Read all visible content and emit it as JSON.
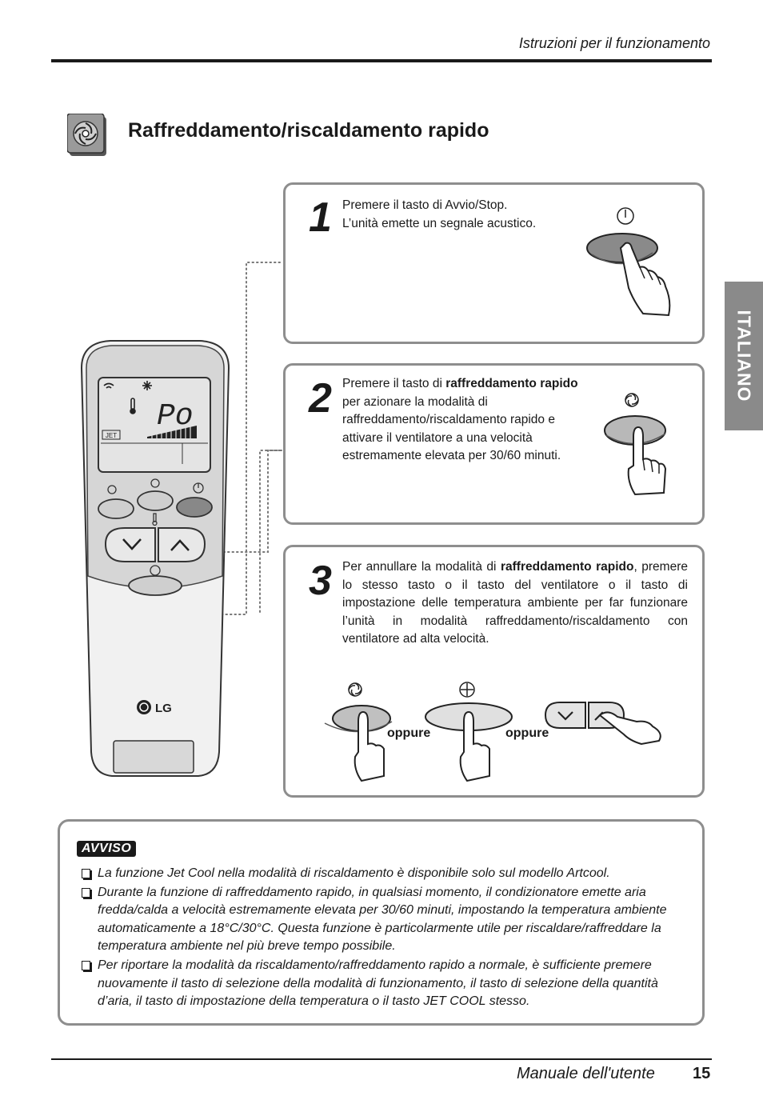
{
  "header": {
    "title": "Istruzioni per il funzionamento"
  },
  "section": {
    "title": "Raffreddamento/riscaldamento rapido",
    "icon": "jet-cool-icon"
  },
  "side_tab": {
    "label": "ITALIANO"
  },
  "remote": {
    "display_text": "Po",
    "jet_label": "JET",
    "logo_text": "LG"
  },
  "steps": [
    {
      "number": "1",
      "lines": [
        "Premere il tasto di Avvio/Stop.",
        "L’unità emette un segnale acustico."
      ]
    },
    {
      "number": "2",
      "pre": "Premere il tasto di ",
      "bold": "raffreddamento rapido",
      "post": "per azionare la modalità di raffreddamento/riscaldamento rapido e attivare il ventilatore a una velocità estremamente elevata per 30/60 minuti."
    },
    {
      "number": "3",
      "pre": "Per annullare la modalità di ",
      "bold": "raffreddamento rapido",
      "post": ", premere lo stesso tasto o il tasto del ventilatore o il tasto di impostazione delle temperatura ambiente per far funzionare l’unità in modalità raffreddamento/riscaldamento con ventilatore ad alta velocità.",
      "oppure_1": "oppure",
      "oppure_2": "oppure"
    }
  ],
  "notice": {
    "label": "AVVISO",
    "items": [
      "La funzione Jet Cool nella modalità di riscaldamento è disponibile solo sul modello Artcool.",
      "Durante la funzione di raffreddamento rapido, in qualsiasi momento, il condizionatore emette aria fredda/calda a velocità estremamente elevata per 30/60 minuti, impostando la temperatura ambiente automaticamente a 18°C/30°C. Questa funzione è particolarmente utile per riscaldare/raffreddare la temperatura ambiente nel più breve tempo possibile.",
      "Per riportare la modalità da riscaldamento/raffreddamento rapido a normale, è sufficiente premere nuovamente il tasto di selezione della modalità di funzionamento, il tasto di selezione della quantità d’aria, il tasto di impostazione della temperatura o il tasto JET COOL stesso."
    ]
  },
  "footer": {
    "label": "Manuale dell'utente",
    "page": "15"
  }
}
